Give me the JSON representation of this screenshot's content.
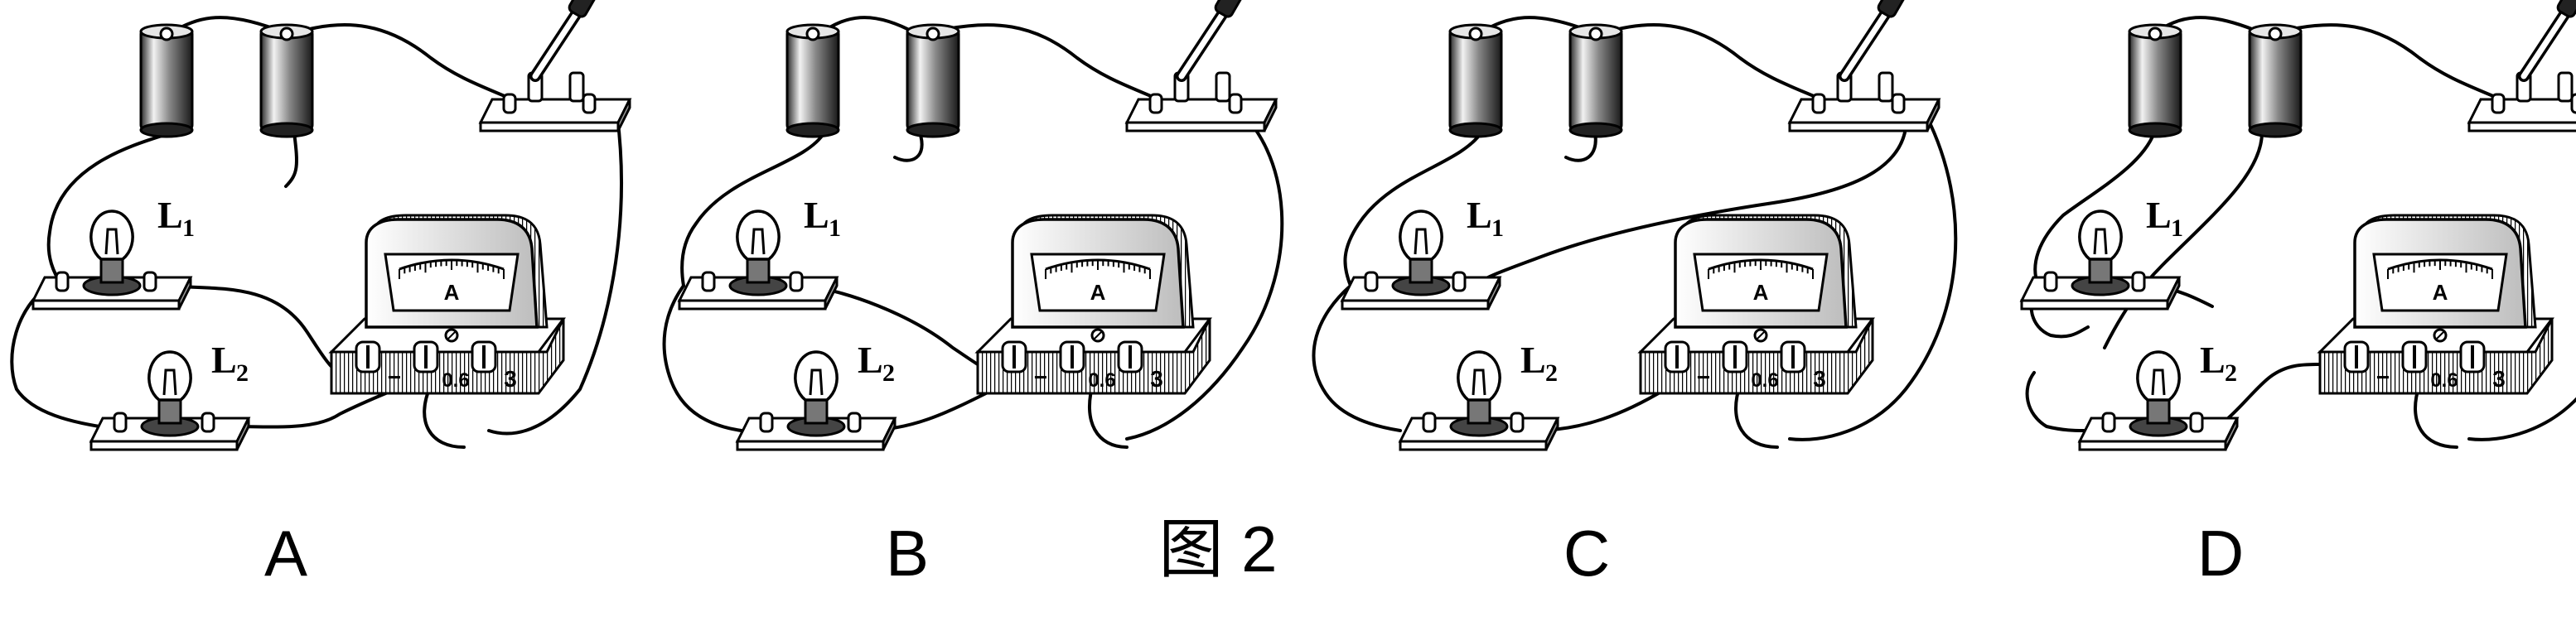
{
  "figure": {
    "caption": "图 2",
    "panels": [
      {
        "option": "A",
        "lamp1": "L",
        "lamp1_sub": "1",
        "lamp2": "L",
        "lamp2_sub": "2",
        "meter_symbol": "A",
        "term_minus": "−",
        "term_06": "0.6",
        "term_3": "3"
      },
      {
        "option": "B",
        "lamp1": "L",
        "lamp1_sub": "1",
        "lamp2": "L",
        "lamp2_sub": "2",
        "meter_symbol": "A",
        "term_minus": "−",
        "term_06": "0.6",
        "term_3": "3"
      },
      {
        "option": "C",
        "lamp1": "L",
        "lamp1_sub": "1",
        "lamp2": "L",
        "lamp2_sub": "2",
        "meter_symbol": "A",
        "term_minus": "−",
        "term_06": "0.6",
        "term_3": "3"
      },
      {
        "option": "D",
        "lamp1": "L",
        "lamp1_sub": "1",
        "lamp2": "L",
        "lamp2_sub": "2",
        "meter_symbol": "A",
        "term_minus": "−",
        "term_06": "0.6",
        "term_3": "3"
      }
    ]
  }
}
